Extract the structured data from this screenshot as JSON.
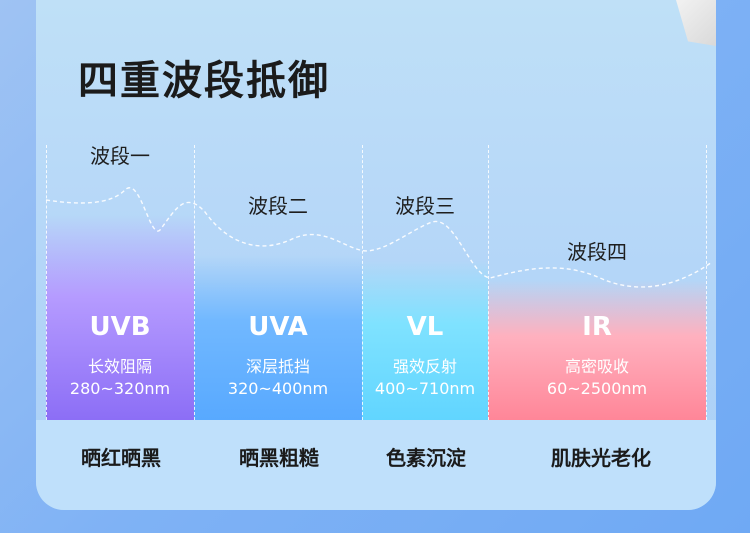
{
  "title": "四重波段抵御",
  "bands": [
    {
      "label": "波段一",
      "name": "UVB",
      "desc": "长效阻隔",
      "range": "280~320nm",
      "effect": "晒红晒黑",
      "color_top": "#b59bff",
      "color_bottom": "#8a6cf5"
    },
    {
      "label": "波段二",
      "name": "UVA",
      "desc": "深层抵挡",
      "range": "320~400nm",
      "effect": "晒黑粗糙",
      "color_top": "#76c3ff",
      "color_bottom": "#4aa6ff"
    },
    {
      "label": "波段三",
      "name": "VL",
      "desc": "强效反射",
      "range": "400~710nm",
      "effect": "色素沉淀",
      "color_top": "#7fe7ff",
      "color_bottom": "#58d6ff"
    },
    {
      "label": "波段四",
      "name": "IR",
      "desc": "高密吸收",
      "range": "60~2500nm",
      "effect": "肌肤光老化",
      "color_top": "#ffb0bd",
      "color_bottom": "#ff7f94"
    }
  ]
}
